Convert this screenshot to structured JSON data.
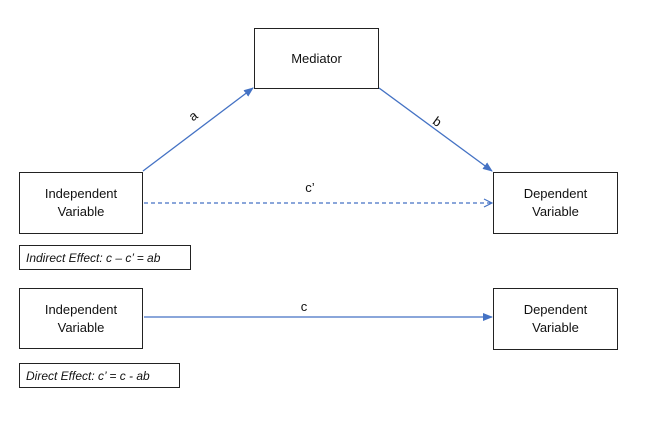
{
  "nodes": {
    "mediator": "Mediator",
    "independent_top": "Independent\nVariable",
    "dependent_top": "Dependent\nVariable",
    "independent_bottom": "Independent\nVariable",
    "dependent_bottom": "Dependent\nVariable"
  },
  "paths": {
    "a": "a",
    "b": "b",
    "c_prime": "c’",
    "c": "c"
  },
  "notes": {
    "indirect": "Indirect Effect: c – c’ = ab",
    "direct": "Direct Effect: c’ = c - ab"
  },
  "colors": {
    "arrow": "#4472C4",
    "border": "#222222"
  }
}
